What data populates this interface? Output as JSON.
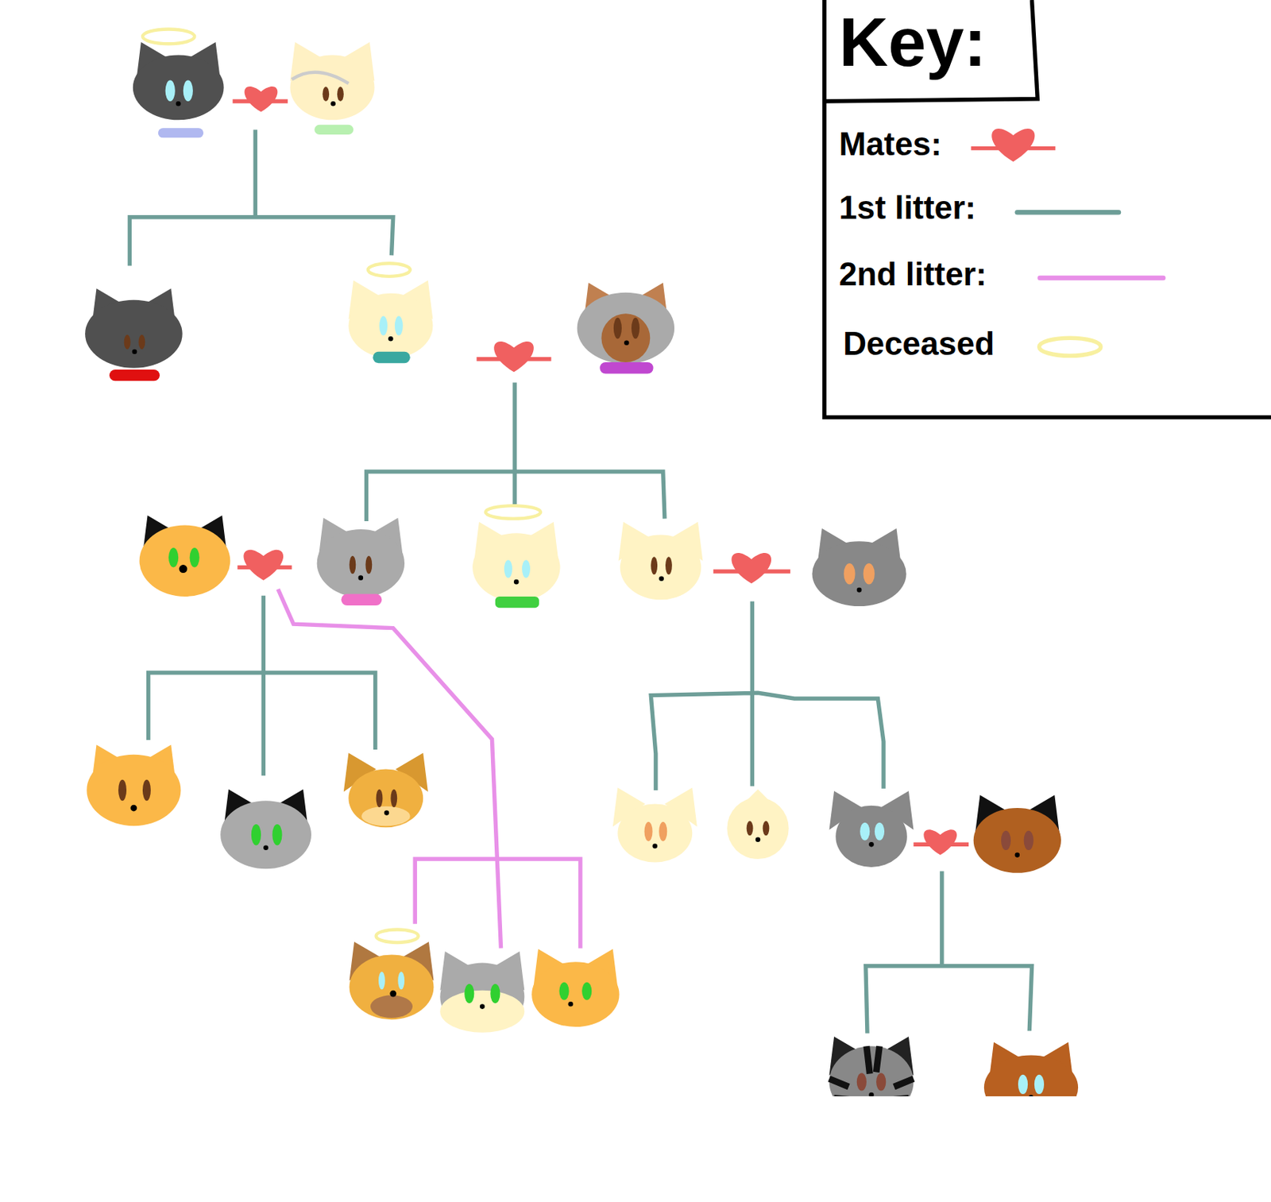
{
  "diagram": {
    "labels": [
      "Key:"
    ],
    "legend": [
      {
        "text": "Mates:"
      },
      {
        "text": "1st litter:"
      },
      {
        "text": "2nd litter:"
      },
      {
        "text": "Deceased"
      }
    ]
  }
}
